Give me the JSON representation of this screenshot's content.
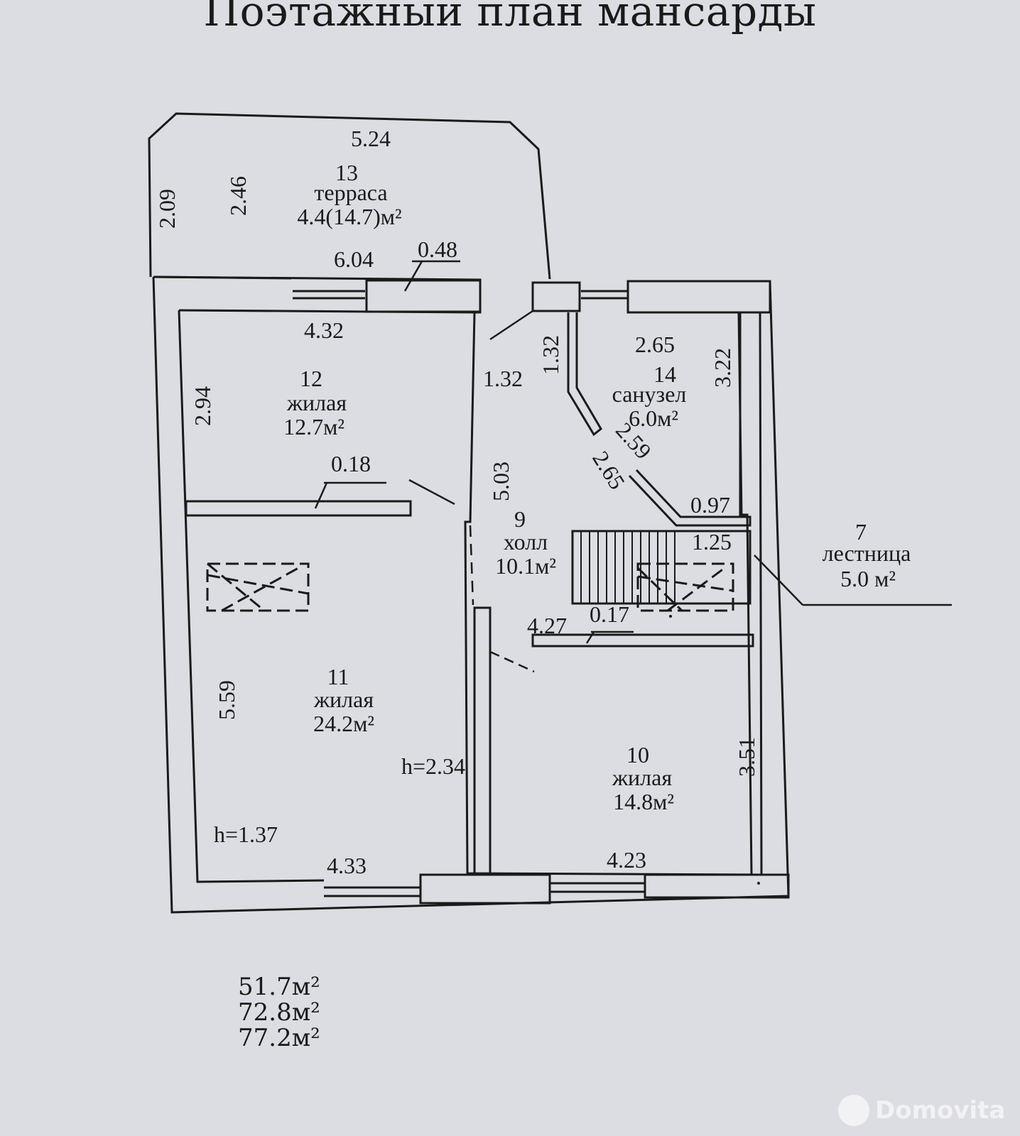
{
  "title": "Поэтажный план мансарды",
  "rooms": {
    "r13": {
      "num": "13",
      "name": "терраса",
      "area": "4.4(14.7)м²"
    },
    "r12": {
      "num": "12",
      "name": "жилая",
      "area": "12.7м²"
    },
    "r14": {
      "num": "14",
      "name": "санузел",
      "area": "6.0м²"
    },
    "r9": {
      "num": "9",
      "name": "холл",
      "area": "10.1м²"
    },
    "r7": {
      "num": "7",
      "name": "лестница",
      "area": "5.0 м²"
    },
    "r11": {
      "num": "11",
      "name": "жилая",
      "area": "24.2м²"
    },
    "r10": {
      "num": "10",
      "name": "жилая",
      "area": "14.8м²"
    }
  },
  "dims": {
    "d524": "5.24",
    "d209": "2.09",
    "d246": "2.46",
    "d604": "6.04",
    "d048": "0.48",
    "d432": "4.32",
    "d294": "2.94",
    "d018": "0.18",
    "d132a": "1.32",
    "d132b": "1.32",
    "d265a": "2.65",
    "d322": "3.22",
    "d259": "2.59",
    "d265b": "2.65",
    "d097": "0.97",
    "d125": "1.25",
    "d503": "5.03",
    "d427": "4.27",
    "d017": "0.17",
    "d559": "5.59",
    "d351": "3.51",
    "d433": "4.33",
    "d423": "4.23"
  },
  "heights": {
    "h234": "h=2.34",
    "h137": "h=1.37"
  },
  "totals": [
    "51.7м²",
    "72.8м²",
    "77.2м²"
  ],
  "watermark": "Domovita"
}
